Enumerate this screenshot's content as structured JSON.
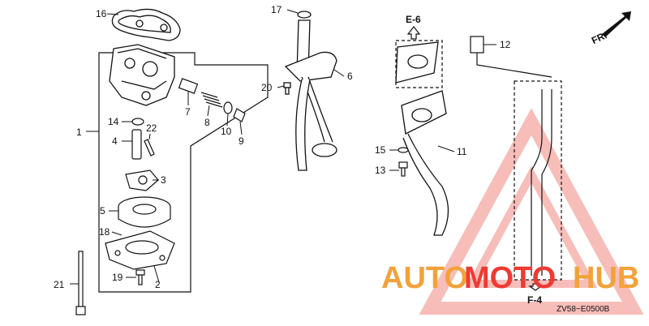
{
  "callouts": {
    "c1": "1",
    "c2": "2",
    "c3": "3",
    "c4": "4",
    "c5": "5",
    "c6": "6",
    "c7": "7",
    "c8": "8",
    "c9": "9",
    "c10": "10",
    "c11": "11",
    "c12": "12",
    "c13": "13",
    "c14": "14",
    "c15": "15",
    "c16": "16",
    "c17": "17",
    "c18": "18",
    "c19": "19",
    "c20": "20",
    "c21": "21",
    "c22": "22"
  },
  "refs": {
    "e6": "E-6",
    "f4": "F-4",
    "fr": "FR."
  },
  "diagram_code": "ZV58−E0500B",
  "watermark": {
    "part1": "AUTO",
    "part2": "MOTO",
    "part3": "HUB"
  },
  "colors": {
    "line": "#111111",
    "watermark_red": "#ee3a33",
    "watermark_orange": "#f2a23a",
    "watermark_pink": "#f6b2ad"
  }
}
